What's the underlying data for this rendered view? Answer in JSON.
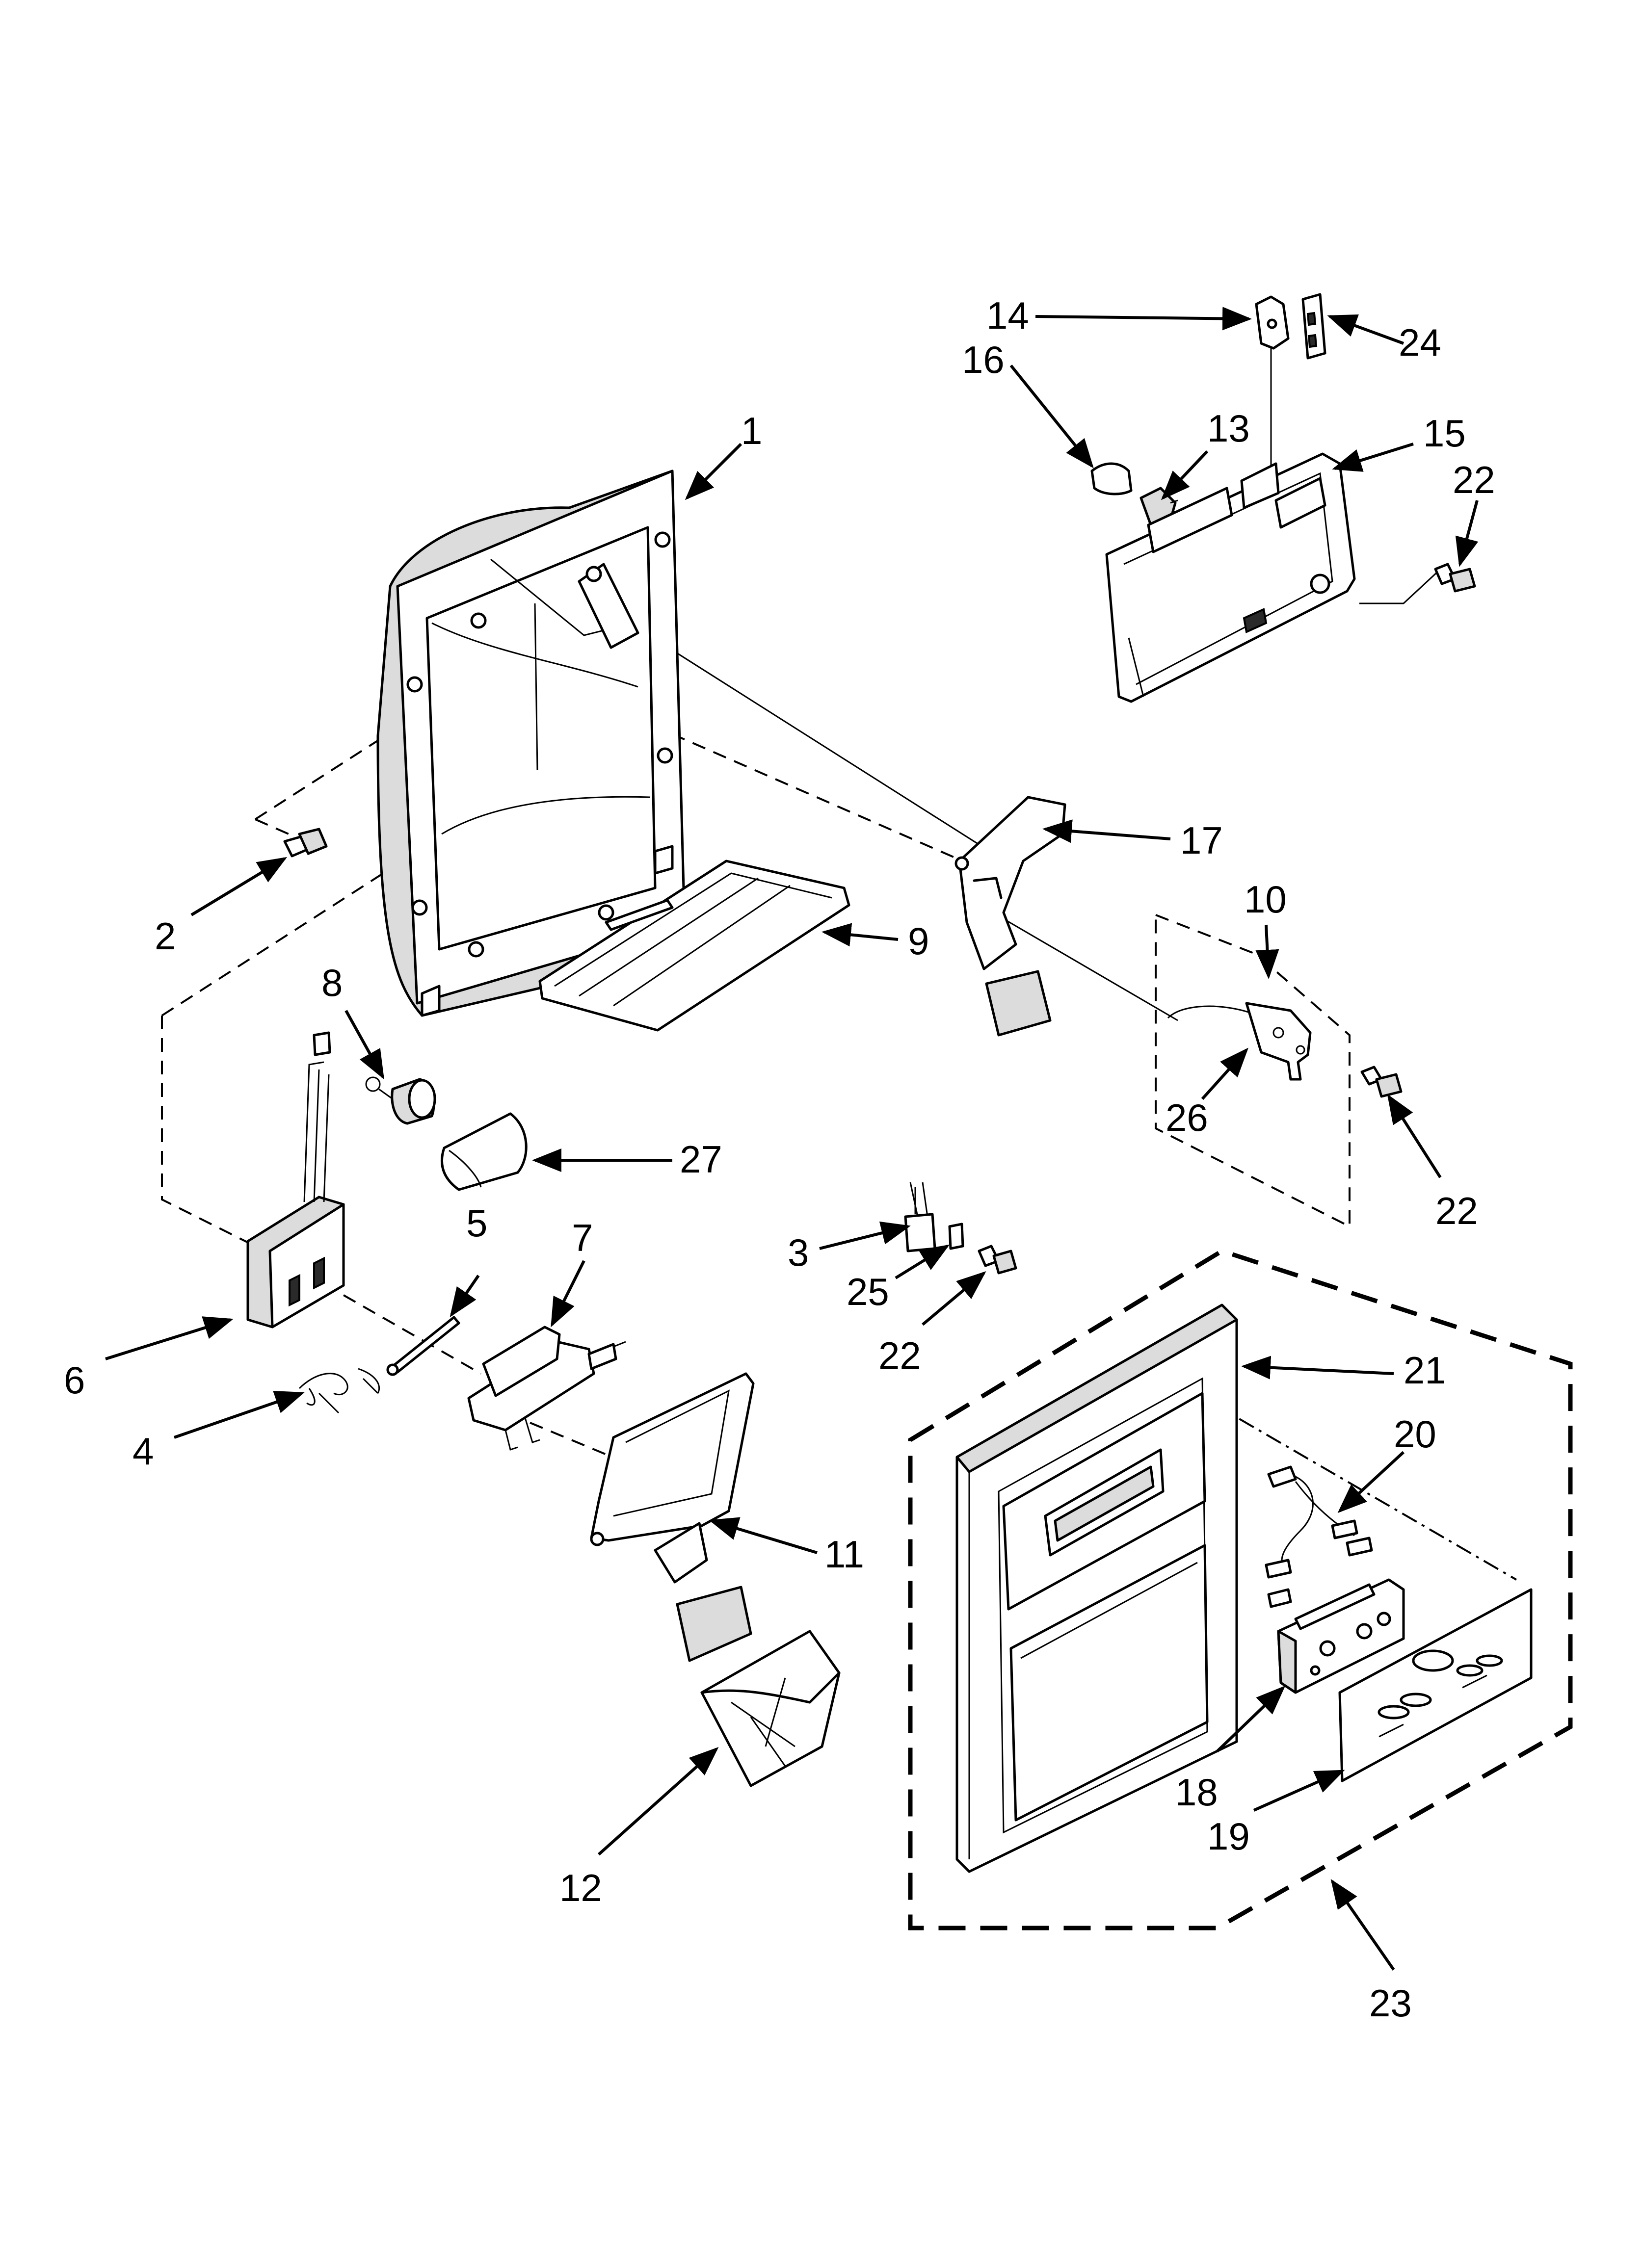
{
  "callouts": [
    {
      "id": "c1",
      "label": "1"
    },
    {
      "id": "c2",
      "label": "2"
    },
    {
      "id": "c3",
      "label": "3"
    },
    {
      "id": "c4",
      "label": "4"
    },
    {
      "id": "c5",
      "label": "5"
    },
    {
      "id": "c6",
      "label": "6"
    },
    {
      "id": "c7",
      "label": "7"
    },
    {
      "id": "c8",
      "label": "8"
    },
    {
      "id": "c9",
      "label": "9"
    },
    {
      "id": "c10",
      "label": "10"
    },
    {
      "id": "c11",
      "label": "11"
    },
    {
      "id": "c12",
      "label": "12"
    },
    {
      "id": "c13",
      "label": "13"
    },
    {
      "id": "c14",
      "label": "14"
    },
    {
      "id": "c15",
      "label": "15"
    },
    {
      "id": "c16",
      "label": "16"
    },
    {
      "id": "c17",
      "label": "17"
    },
    {
      "id": "c18",
      "label": "18"
    },
    {
      "id": "c19",
      "label": "19"
    },
    {
      "id": "c20",
      "label": "20"
    },
    {
      "id": "c21",
      "label": "21"
    },
    {
      "id": "c22a",
      "label": "22"
    },
    {
      "id": "c22b",
      "label": "22"
    },
    {
      "id": "c22c",
      "label": "22"
    },
    {
      "id": "c23",
      "label": "23"
    },
    {
      "id": "c24",
      "label": "24"
    },
    {
      "id": "c25",
      "label": "25"
    },
    {
      "id": "c26",
      "label": "26"
    },
    {
      "id": "c27",
      "label": "27"
    }
  ]
}
